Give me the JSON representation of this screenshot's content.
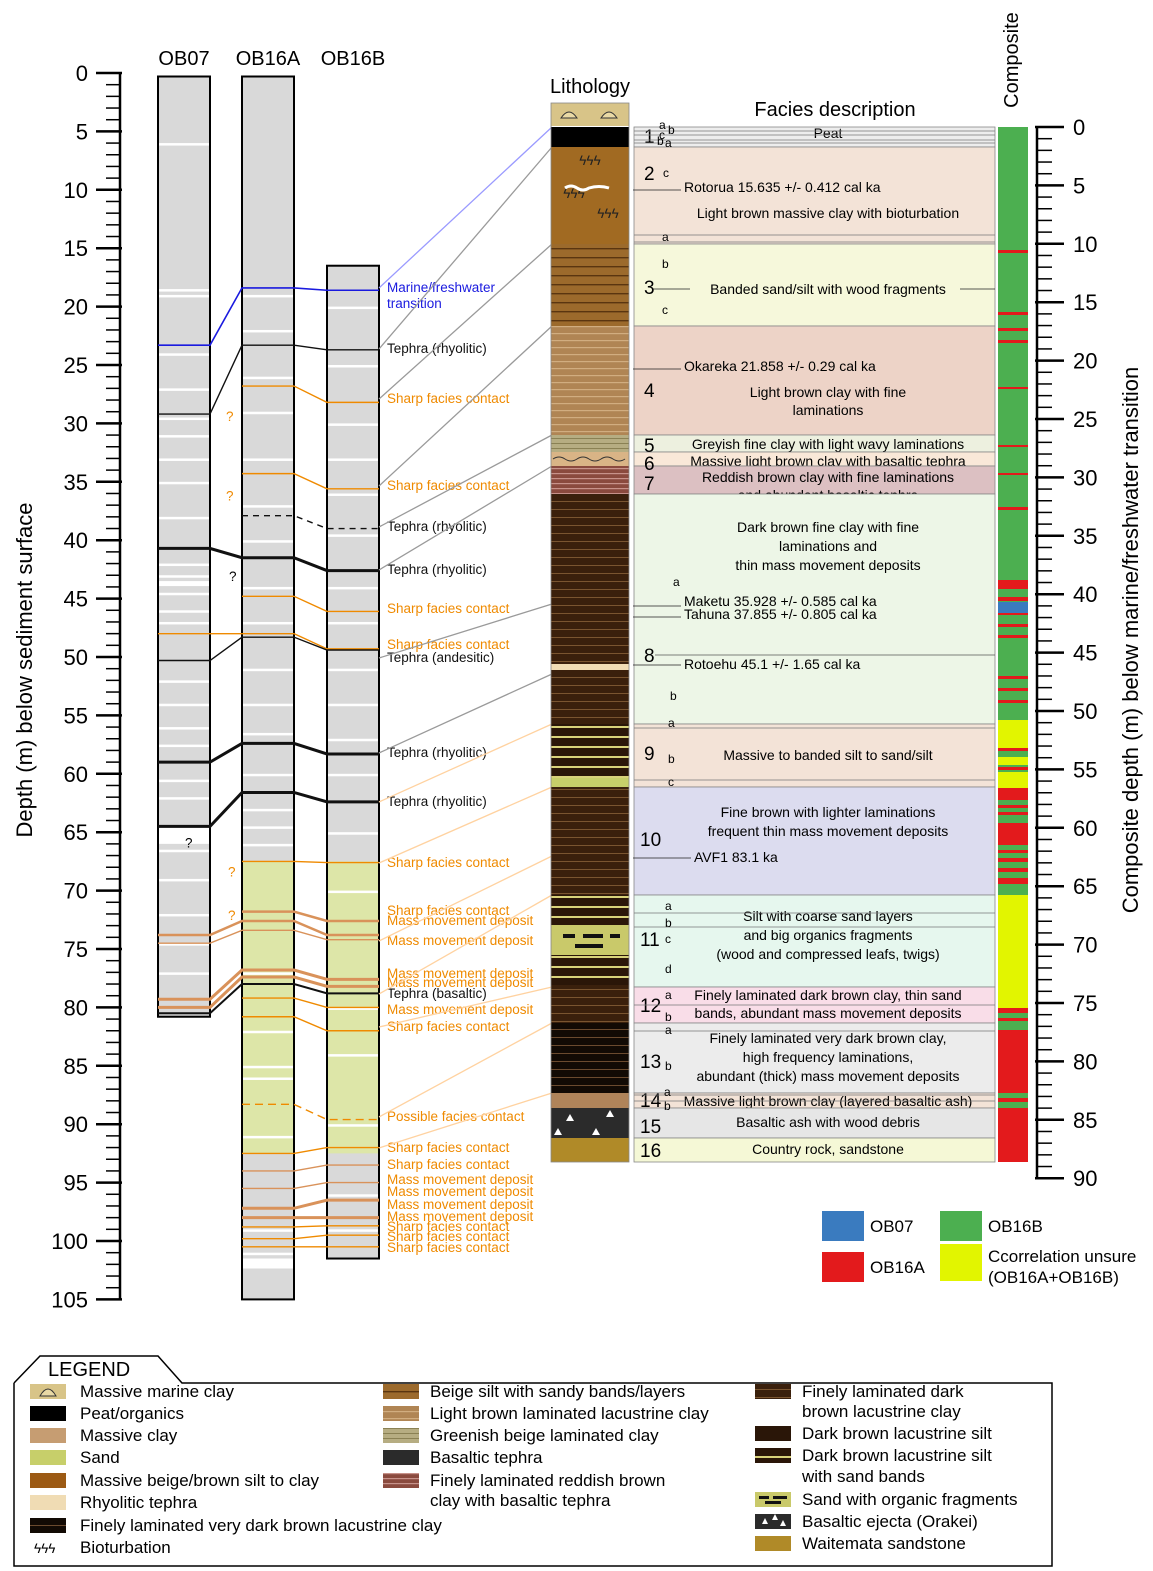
{
  "left_axis": {
    "label": "Depth (m) below sediment surface",
    "ticks": [
      "0",
      "5",
      "10",
      "15",
      "20",
      "25",
      "30",
      "35",
      "40",
      "45",
      "50",
      "55",
      "60",
      "65",
      "70",
      "75",
      "80",
      "85",
      "90",
      "95",
      "100",
      "105"
    ]
  },
  "right_axis": {
    "label": "Composite depth (m) below marine/freshwater transition",
    "ticks": [
      "0",
      "5",
      "10",
      "15",
      "20",
      "25",
      "30",
      "35",
      "40",
      "45",
      "50",
      "55",
      "60",
      "65",
      "70",
      "75",
      "80",
      "85",
      "90"
    ]
  },
  "cores": {
    "ob07": "OB07",
    "ob16a": "OB16A",
    "ob16b": "OB16B"
  },
  "lithology_title": "Lithology",
  "facies_title": "Facies description",
  "composite_title": "Composite",
  "unknown_marks": [
    "?",
    "?",
    "?",
    "?",
    "?",
    "?"
  ],
  "boundary_labels": [
    {
      "text": "Marine/freshwater",
      "color": "#1a1adf"
    },
    {
      "text": "transition",
      "color": "#1a1adf"
    },
    {
      "text": "Tephra (rhyolitic)",
      "color": "#111111"
    },
    {
      "text": "Sharp facies contact",
      "color": "#ef8a00"
    },
    {
      "text": "Sharp facies contact",
      "color": "#ef8a00"
    },
    {
      "text": "Tephra (rhyolitic)",
      "color": "#111111"
    },
    {
      "text": "Tephra (rhyolitic)",
      "color": "#111111"
    },
    {
      "text": "Sharp facies contact",
      "color": "#ef8a00"
    },
    {
      "text": "Sharp facies contact",
      "color": "#ef8a00"
    },
    {
      "text": "Tephra (andesitic)",
      "color": "#111111"
    },
    {
      "text": "Tephra (rhyolitic)",
      "color": "#111111"
    },
    {
      "text": "Tephra (rhyolitic)",
      "color": "#111111"
    },
    {
      "text": "Sharp facies contact",
      "color": "#ef8a00"
    },
    {
      "text": "Sharp facies contact",
      "color": "#ef8a00"
    },
    {
      "text": "Mass movement deposit",
      "color": "#ef8a00"
    },
    {
      "text": "Mass movement deposit",
      "color": "#ef8a00"
    },
    {
      "text": "Mass movement deposit",
      "color": "#ef8a00"
    },
    {
      "text": "Mass movement deposit",
      "color": "#ef8a00"
    },
    {
      "text": "Tephra (basaltic)",
      "color": "#111111"
    },
    {
      "text": "Mass movement deposit",
      "color": "#ef8a00"
    },
    {
      "text": "Sharp facies contact",
      "color": "#ef8a00"
    },
    {
      "text": "Possible facies contact",
      "color": "#ef8a00"
    },
    {
      "text": "Sharp facies contact",
      "color": "#ef8a00"
    },
    {
      "text": "Sharp facies contact",
      "color": "#ef8a00"
    },
    {
      "text": "Mass movement deposit",
      "color": "#ef8a00"
    },
    {
      "text": "Mass movement deposit",
      "color": "#ef8a00"
    },
    {
      "text": "Mass movement deposit",
      "color": "#ef8a00"
    },
    {
      "text": "Mass movement deposit",
      "color": "#ef8a00"
    },
    {
      "text": "Sharp facies contact",
      "color": "#ef8a00"
    },
    {
      "text": "Sharp facies contact",
      "color": "#ef8a00"
    },
    {
      "text": "Sharp facies contact",
      "color": "#ef8a00"
    }
  ],
  "facies": [
    {
      "num": "1",
      "desc": [
        "Peat"
      ],
      "color": "#ededed"
    },
    {
      "num": "2",
      "desc": [
        "Light brown massive clay with bioturbation"
      ],
      "color": "#f3e3d7"
    },
    {
      "num": "3",
      "desc": [
        "Banded sand/silt with wood fragments"
      ],
      "color": "#f6f8db"
    },
    {
      "num": "4",
      "desc": [
        "Light brown clay with fine",
        "laminations"
      ],
      "color": "#edd3c7"
    },
    {
      "num": "5",
      "desc": [
        "Greyish fine clay with light wavy laminations"
      ],
      "color": "#edf0df"
    },
    {
      "num": "6",
      "desc": [
        "Massive light brown clay with basaltic tephra"
      ],
      "color": "#f9e8d8"
    },
    {
      "num": "7",
      "desc": [
        "Reddish brown clay with fine laminations",
        "and abundant basaltic tephra"
      ],
      "color": "#dcc0c2"
    },
    {
      "num": "8",
      "desc": [
        "Dark brown fine clay with fine",
        "laminations and",
        "thin mass movement deposits"
      ],
      "color": "#edf6e7"
    },
    {
      "num": "9",
      "desc": [
        "Massive to banded silt to sand/silt"
      ],
      "color": "#f3e3d7"
    },
    {
      "num": "10",
      "desc": [
        "Fine brown with lighter laminations",
        "frequent thin mass movement deposits"
      ],
      "color": "#dcdcef"
    },
    {
      "num": "11",
      "desc": [
        "Silt with coarse sand layers",
        "and big organics fragments",
        "(wood and compressed leafs, twigs)"
      ],
      "color": "#e6f7ee"
    },
    {
      "num": "12",
      "desc": [
        "Finely laminated dark brown clay,  thin sand",
        "bands, abundant mass movement deposits"
      ],
      "color": "#f9dde8"
    },
    {
      "num": "13",
      "desc": [
        "Finely laminated very dark brown clay,",
        "high frequency laminations,",
        "abundant (thick) mass movement deposits"
      ],
      "color": "#ececec"
    },
    {
      "num": "14",
      "desc": [
        "Massive light brown clay (layered basaltic ash)"
      ],
      "color": "#f3e3d7"
    },
    {
      "num": "15",
      "desc": [
        "Basaltic ash with wood debris"
      ],
      "color": "#e6e6e6"
    },
    {
      "num": "16",
      "desc": [
        "Country rock, sandstone"
      ],
      "color": "#f5f8d6"
    }
  ],
  "sub_letters": [
    "a",
    "b",
    "c",
    "b",
    "a",
    "c",
    "a",
    "b",
    "c",
    "a",
    "b",
    "a",
    "b",
    "c",
    "a",
    "b",
    "c",
    "d",
    "a",
    "b",
    "a",
    "b",
    "a",
    "b"
  ],
  "dates": [
    "Rotorua 15.635 +/- 0.412 cal ka",
    "Okareka 21.858 +/- 0.29 cal ka",
    "Maketu 35.928 +/- 0.585 cal ka",
    "Tahuna 37.855 +/- 0.805 cal ka",
    "Rotoehu 45.1 +/- 1.65 cal ka",
    "AVF1 83.1 ka"
  ],
  "composite_legend": [
    {
      "label": "OB07",
      "color": "#3a7bbf"
    },
    {
      "label": "OB16B",
      "color": "#4caf50"
    },
    {
      "label": "OB16A",
      "color": "#e31a1c"
    },
    {
      "label": "Ccorrelation unsure",
      "color": "#e2f500"
    },
    {
      "label": "(OB16A+OB16B)",
      "color": "#e2f500"
    }
  ],
  "legend_title": "LEGEND",
  "legend_items": [
    {
      "label": "Massive marine clay",
      "icon": "shell-icon"
    },
    {
      "label": "Peat/organics",
      "icon": "black-swatch"
    },
    {
      "label": "Massive clay",
      "icon": "tan-swatch"
    },
    {
      "label": "Sand",
      "icon": "sand-swatch"
    },
    {
      "label": "Massive beige/brown silt to clay",
      "icon": "brown-swatch"
    },
    {
      "label": "Rhyolitic tephra",
      "icon": "cream-swatch"
    },
    {
      "label": "Finely laminated very dark brown lacustrine clay",
      "icon": "black-laminated-swatch"
    },
    {
      "label": "Bioturbation",
      "icon": "bioturbation-icon"
    },
    {
      "label": "Beige silt with sandy bands/layers",
      "icon": "banded-swatch"
    },
    {
      "label": "Light brown laminated lacustrine clay",
      "icon": "laminated-swatch"
    },
    {
      "label": "Greenish beige laminated clay",
      "icon": "greenish-swatch"
    },
    {
      "label": "Basaltic tephra",
      "icon": "basalt-swatch"
    },
    {
      "label": "Finely laminated reddish brown",
      "icon": "reddish-swatch"
    },
    {
      "label": "clay with basaltic tephra",
      "icon": ""
    },
    {
      "label": "Finely laminated dark",
      "icon": "dark-laminated-swatch"
    },
    {
      "label": "brown lacustrine clay",
      "icon": ""
    },
    {
      "label": "Dark brown lacustrine silt",
      "icon": "darkbrown-swatch"
    },
    {
      "label": "Dark brown lacustrine silt",
      "icon": "sandband-swatch"
    },
    {
      "label": "with sand bands",
      "icon": ""
    },
    {
      "label": "Sand with organic fragments",
      "icon": "organic-sand-swatch"
    },
    {
      "label": "Basaltic ejecta (Orakei)",
      "icon": "ejecta-swatch"
    },
    {
      "label": "Waitemata sandstone",
      "icon": "sandstone-swatch"
    }
  ]
}
